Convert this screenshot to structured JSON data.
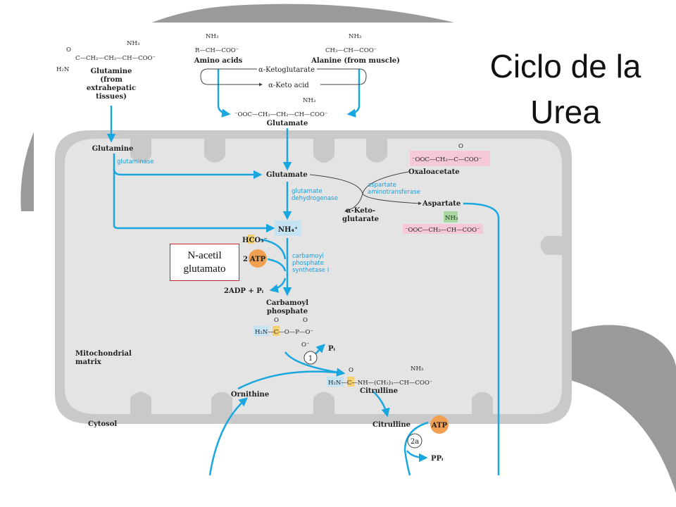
{
  "title_line1": "Ciclo de la",
  "title_line2": "Urea",
  "note": "N-acetil glutamato",
  "colors": {
    "accent_blue": "#1aa7e0",
    "membrane_gray": "#c9c9c9",
    "matrix_gray": "#e4e4e4",
    "atp_orange": "#f0a050",
    "pink_box": "#f5c8da",
    "note_border": "#c1272d"
  },
  "labels": {
    "glutamine_top": "Glutamine",
    "glutamine_from": "(from",
    "glutamine_extrahepatic": "extrahepatic",
    "glutamine_tissues": "tissues)",
    "amino_acids": "Amino acids",
    "alanine": "Alanine (from muscle)",
    "a_ketoglutarate": "α-Ketoglutarate",
    "a_keto_acid": "α-Keto acid",
    "glutamate_top": "Glutamate",
    "glutamine_mito": "Glutamine",
    "glutaminase": "glutaminase",
    "glutamate_mito": "Glutamate",
    "oxaloacetate": "Oxaloacetate",
    "asp_amino_1": "aspartate",
    "asp_amino_2": "aminotransferase",
    "aspartate": "Aspartate",
    "glu_dh_1": "glutamate",
    "glu_dh_2": "dehydrogenase",
    "a_keto_2_line1": "α-Keto-",
    "a_keto_2_line2": "glutarate",
    "nh4": "NH₄⁺",
    "hco3": "HCO₃⁻",
    "two": "2",
    "atp": "ATP",
    "cps_1": "carbamoyl",
    "cps_2": "phosphate",
    "cps_3": "synthetase I",
    "adp_pi": "2ADP + Pᵢ",
    "carbamoyl_1": "Carbamoyl",
    "carbamoyl_2": "phosphate",
    "step1": "1",
    "pi": "Pᵢ",
    "mito_matrix_1": "Mitochondrial",
    "mito_matrix_2": "matrix",
    "ornithine": "Ornithine",
    "citrulline_mito": "Citrulline",
    "cytosol": "Cytosol",
    "citrulline_cyto": "Citrulline",
    "atp2": "ATP",
    "step2a": "2a",
    "ppi": "PPᵢ"
  },
  "structures": {
    "glutamine_nh3": "NH₃",
    "glutamine_chain": "C—CH₂—CH₂—CH—COO⁻",
    "glutamine_o": "O",
    "glutamine_h2n": "H₂N",
    "aa_nh3": "NH₃",
    "aa_chain": "R—CH—COO⁻",
    "ala_nh3": "NH₃",
    "ala_chain": "CH₃—CH—COO⁻",
    "glu_nh3": "NH₃",
    "glu_chain": "⁻OOC—CH₂—CH₂—CH—COO⁻",
    "oaa_o": "O",
    "oaa_chain": "⁻OOC—CH₂—C—COO⁻",
    "asp_nh3": "NH₃",
    "asp_chain": "⁻OOC—CH₂—CH—COO⁻",
    "cp_o1": "O",
    "cp_o2": "O",
    "cp_chain": "H₂N—C—O—P—O⁻",
    "cp_o3": "O⁻",
    "cit_o": "O",
    "cit_nh3": "NH₃",
    "cit_chain": "H₂N—C—NH—(CH₂)₃—CH—COO⁻"
  }
}
